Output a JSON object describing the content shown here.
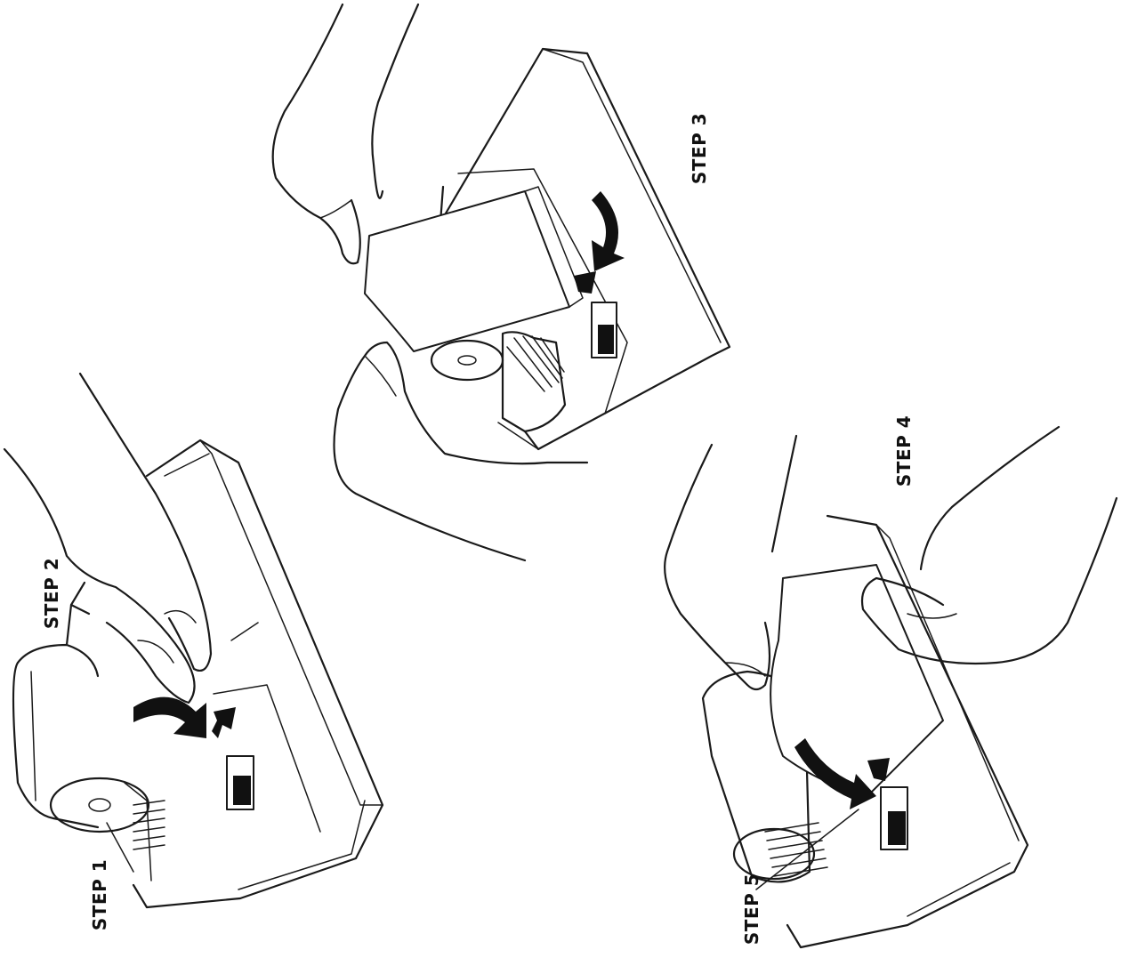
{
  "steps": {
    "step1": "STEP 1",
    "step2": "STEP 2",
    "step3": "STEP 3",
    "step4": "STEP 4",
    "step5": "STEP 5"
  },
  "colors": {
    "ink": "#1a1a1a",
    "background": "#ffffff"
  }
}
